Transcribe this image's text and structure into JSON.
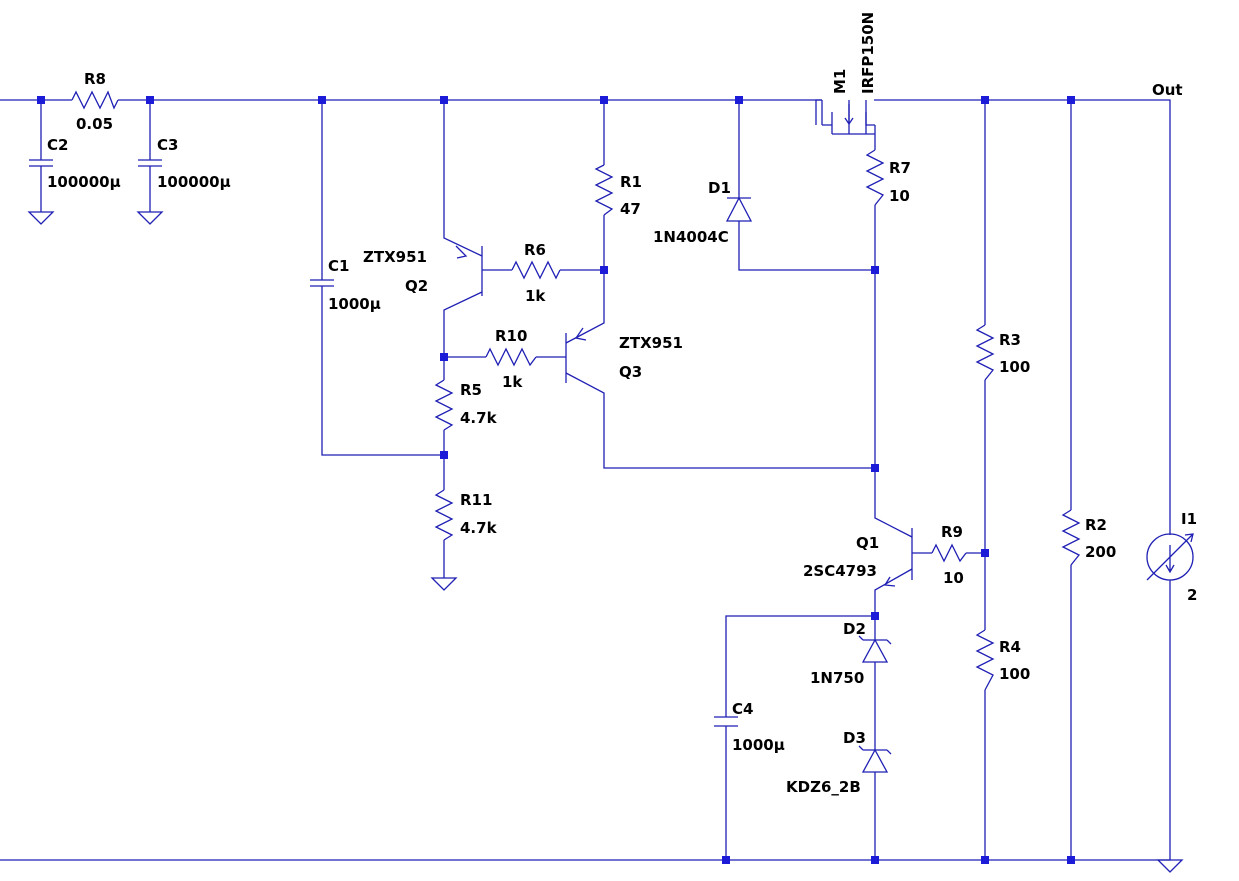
{
  "net": {
    "out": "Out"
  },
  "components": {
    "R8": {
      "ref": "R8",
      "value": "0.05"
    },
    "C2": {
      "ref": "C2",
      "value": "100000µ"
    },
    "C3": {
      "ref": "C3",
      "value": "100000µ"
    },
    "C1": {
      "ref": "C1",
      "value": "1000µ"
    },
    "Q2": {
      "ref": "Q2",
      "value": "ZTX951"
    },
    "R6": {
      "ref": "R6",
      "value": "1k"
    },
    "R1": {
      "ref": "R1",
      "value": "47"
    },
    "D1": {
      "ref": "D1",
      "value": "1N4004C"
    },
    "M1": {
      "ref": "M1",
      "value": "IRFP150N"
    },
    "R7": {
      "ref": "R7",
      "value": "10"
    },
    "R10": {
      "ref": "R10",
      "value": "1k"
    },
    "Q3": {
      "ref": "Q3",
      "value": "ZTX951"
    },
    "R5": {
      "ref": "R5",
      "value": "4.7k"
    },
    "R11": {
      "ref": "R11",
      "value": "4.7k"
    },
    "R3": {
      "ref": "R3",
      "value": "100"
    },
    "R2": {
      "ref": "R2",
      "value": "200"
    },
    "I1": {
      "ref": "I1",
      "value": "2"
    },
    "Q1": {
      "ref": "Q1",
      "value": "2SC4793"
    },
    "R9": {
      "ref": "R9",
      "value": "10"
    },
    "D2": {
      "ref": "D2",
      "value": "1N750"
    },
    "C4": {
      "ref": "C4",
      "value": "1000µ"
    },
    "R4": {
      "ref": "R4",
      "value": "100"
    },
    "D3": {
      "ref": "D3",
      "value": "KDZ6_2B"
    }
  }
}
